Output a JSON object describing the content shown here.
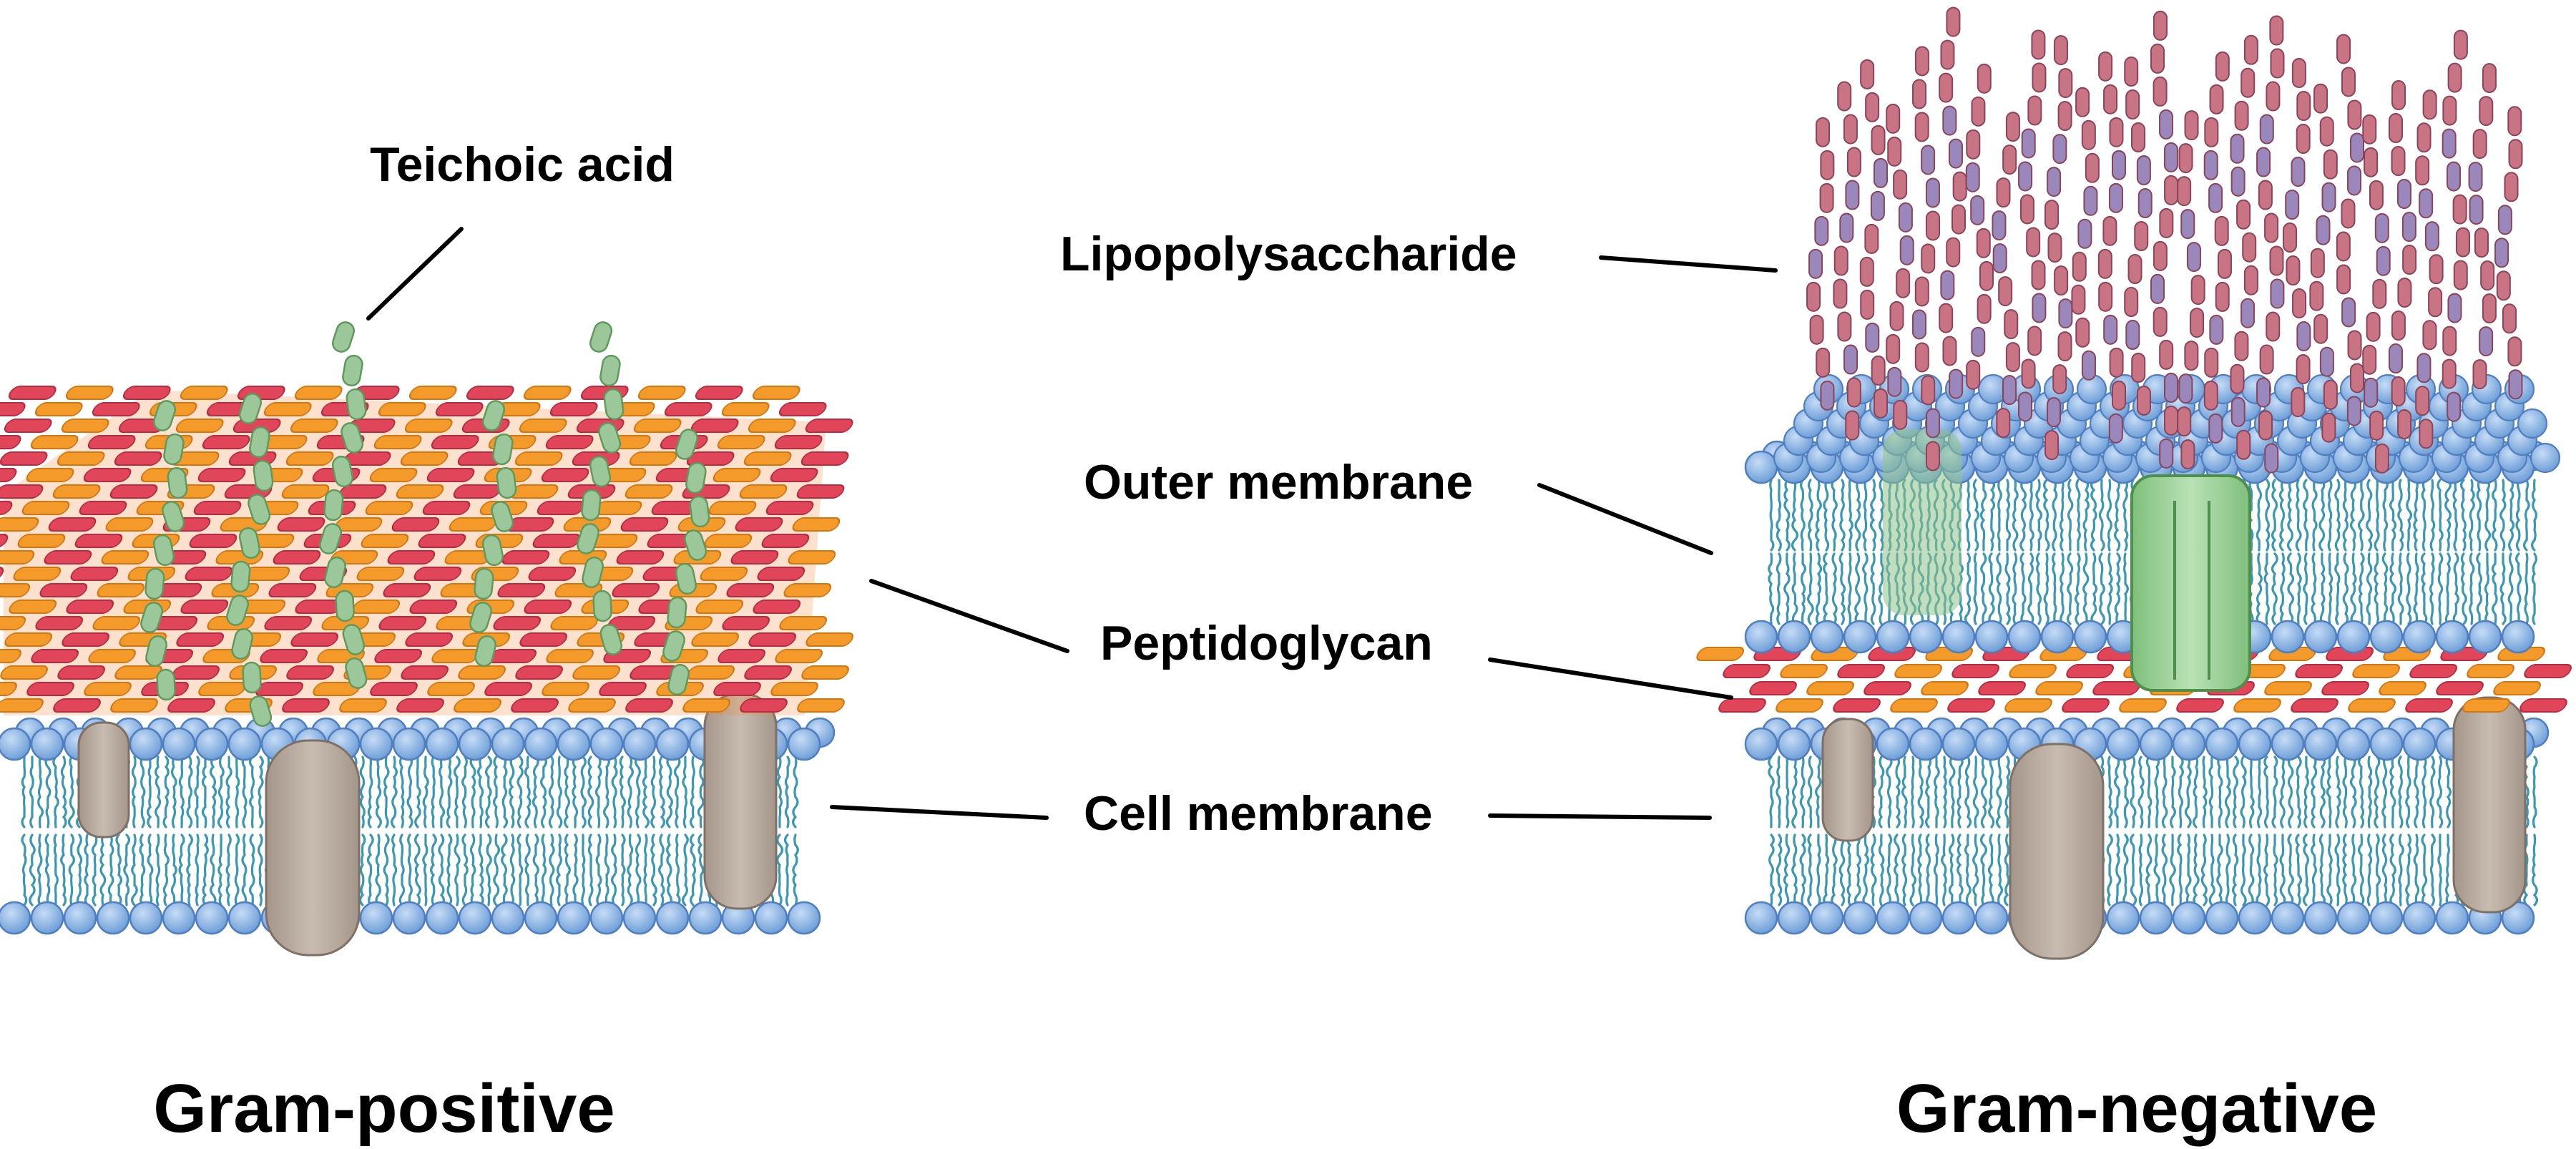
{
  "labels": {
    "teichoic_acid": "Teichoic acid",
    "lipopolysaccharide": "Lipopolysaccharide",
    "outer_membrane": "Outer membrane",
    "peptidoglycan": "Peptidoglycan",
    "cell_membrane": "Cell membrane",
    "gram_positive": "Gram-positive",
    "gram_negative": "Gram-negative"
  },
  "colors": {
    "lipid_head": "#8cb4e4",
    "lipid_head_dark": "#4f7fc0",
    "lipid_tail": "#3b98b3",
    "peptidoglycan_red": "#e0455a",
    "peptidoglycan_orange": "#f39a2a",
    "membrane_protein": "#bfb1a5",
    "porin": "#a4d6a0",
    "teichoic_acid": "#9cc79a",
    "lps_red": "#c87485",
    "lps_purple": "#9a88bc"
  }
}
